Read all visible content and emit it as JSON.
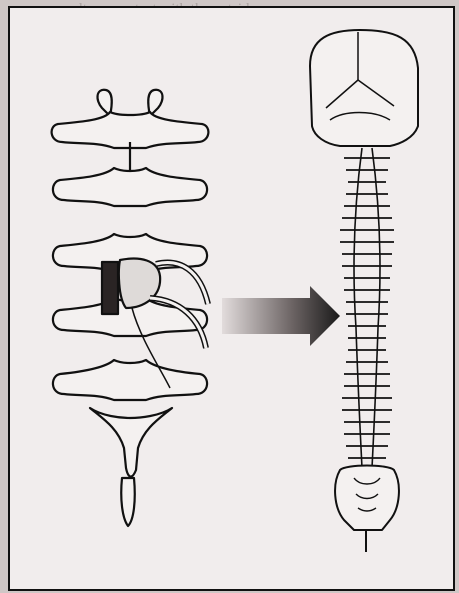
{
  "illustration": {
    "left_figure": "lumbar-vertebrae-posterior-view",
    "right_figure": "full-spine-with-skull",
    "arrow_direction": "right"
  },
  "bleed_through": {
    "line1": "...ult. on contact with the outside"
  },
  "colors": {
    "paper": "#f1eded",
    "ink": "#111111",
    "arrow_light": "#ded8d8",
    "arrow_dark": "#1a1a1a"
  }
}
